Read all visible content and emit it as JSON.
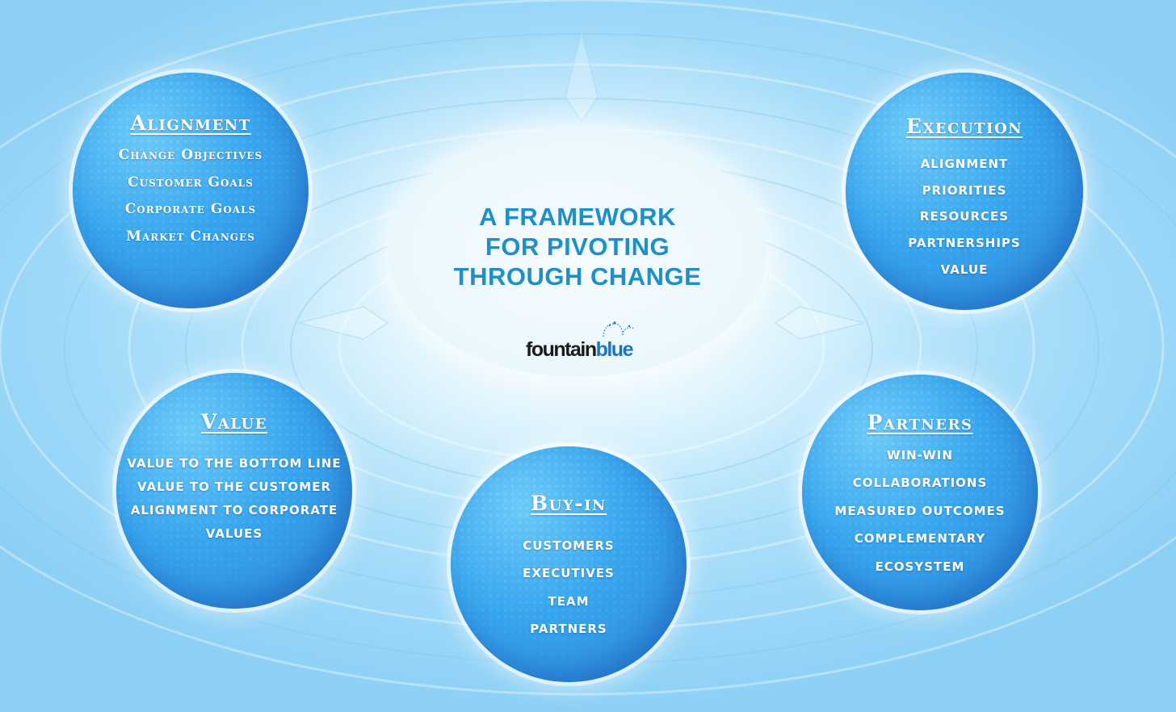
{
  "center": {
    "title_lines": [
      "A FRAMEWORK",
      "FOR PIVOTING",
      "THROUGH CHANGE"
    ],
    "logo": {
      "part1": "fountain",
      "part2": "blue",
      "part1_color": "#1b1b1b",
      "part2_color": "#1e73c8"
    }
  },
  "bubbles": {
    "alignment": {
      "heading": "Alignment",
      "items": [
        "Change Objectives",
        "Customer Goals",
        "Corporate Goals",
        "Market Changes"
      ]
    },
    "execution": {
      "heading": "Execution",
      "items": [
        "ALIGNMENT",
        "PRIORITIES",
        "RESOURCES",
        "PARTNERSHIPS",
        "VALUE"
      ]
    },
    "value": {
      "heading": "Value",
      "items": [
        "VALUE TO THE BOTTOM LINE",
        "VALUE TO THE CUSTOMER",
        "ALIGNMENT TO CORPORATE",
        "VALUES"
      ]
    },
    "buyin": {
      "heading": "Buy-in",
      "items": [
        "CUSTOMERS",
        "EXECUTIVES",
        "TEAM",
        "PARTNERS"
      ]
    },
    "partners": {
      "heading": "Partners",
      "items": [
        "WIN-WIN",
        "COLLABORATIONS",
        "MEASURED OUTCOMES",
        "COMPLEMENTARY",
        "ECOSYSTEM"
      ]
    }
  },
  "colors": {
    "bubble_light": "#6ccaf8",
    "bubble_dark": "#2a83d8",
    "title_blue": "#1e8fc8",
    "background_light": "#f2fbff",
    "background_dark": "#8dd0f5"
  },
  "icons": {
    "logo_drops": "water-drops-icon"
  }
}
